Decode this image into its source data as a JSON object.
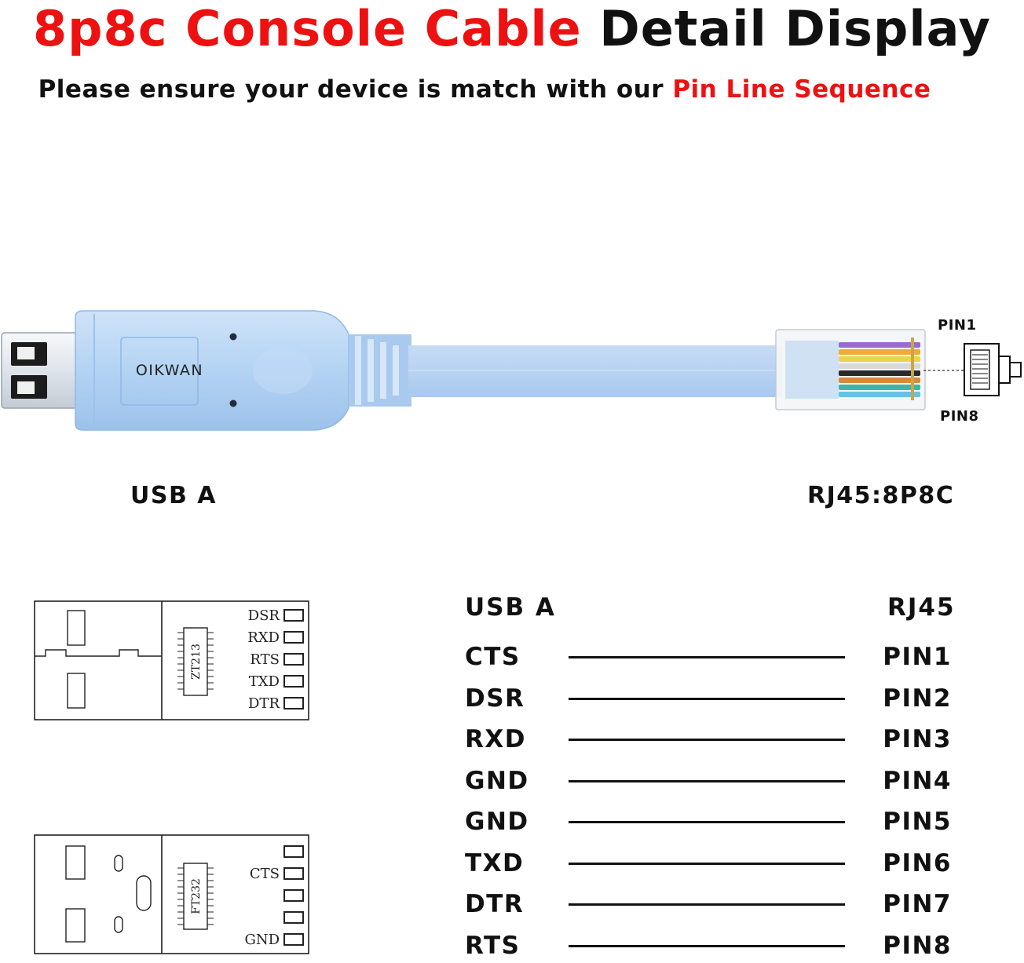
{
  "header": {
    "title_red": "8p8c Console Cable",
    "title_black": "Detail Display",
    "subtitle_prefix": "Please ensure your device is match with our",
    "subtitle_highlight": "Pin Line Sequence"
  },
  "cable": {
    "brand": "OIKWAN",
    "pin_top": "PIN1",
    "pin_bottom": "PIN8",
    "left_label": "USB A",
    "right_label": "RJ45:8P8C"
  },
  "schematic_top": {
    "chip": "ZT213",
    "pins": [
      "DSR",
      "RXD",
      "RTS",
      "TXD",
      "DTR"
    ]
  },
  "schematic_bottom": {
    "chip": "FT232",
    "pins": [
      "",
      "CTS",
      "",
      "",
      "GND"
    ]
  },
  "mapping": {
    "head_left": "USB A",
    "head_right": "RJ45",
    "rows": [
      {
        "signal": "CTS",
        "pin": "PIN1"
      },
      {
        "signal": "DSR",
        "pin": "PIN2"
      },
      {
        "signal": "RXD",
        "pin": "PIN3"
      },
      {
        "signal": "GND",
        "pin": "PIN4"
      },
      {
        "signal": "GND",
        "pin": "PIN5"
      },
      {
        "signal": "TXD",
        "pin": "PIN6"
      },
      {
        "signal": "DTR",
        "pin": "PIN7"
      },
      {
        "signal": "RTS",
        "pin": "PIN8"
      }
    ]
  },
  "colors": {
    "accent_red": "#ee1111",
    "cable_blue": "#b3d3f3",
    "cable_blue_dark": "#8fb8e6",
    "usb_metal": "#e9edf2",
    "rj45_wires": [
      "#9a6bd0",
      "#f2a93b",
      "#e9d54a",
      "#d9d9d9",
      "#2a2a2a",
      "#d88a3a",
      "#3fb5a8",
      "#66c2e6"
    ]
  }
}
